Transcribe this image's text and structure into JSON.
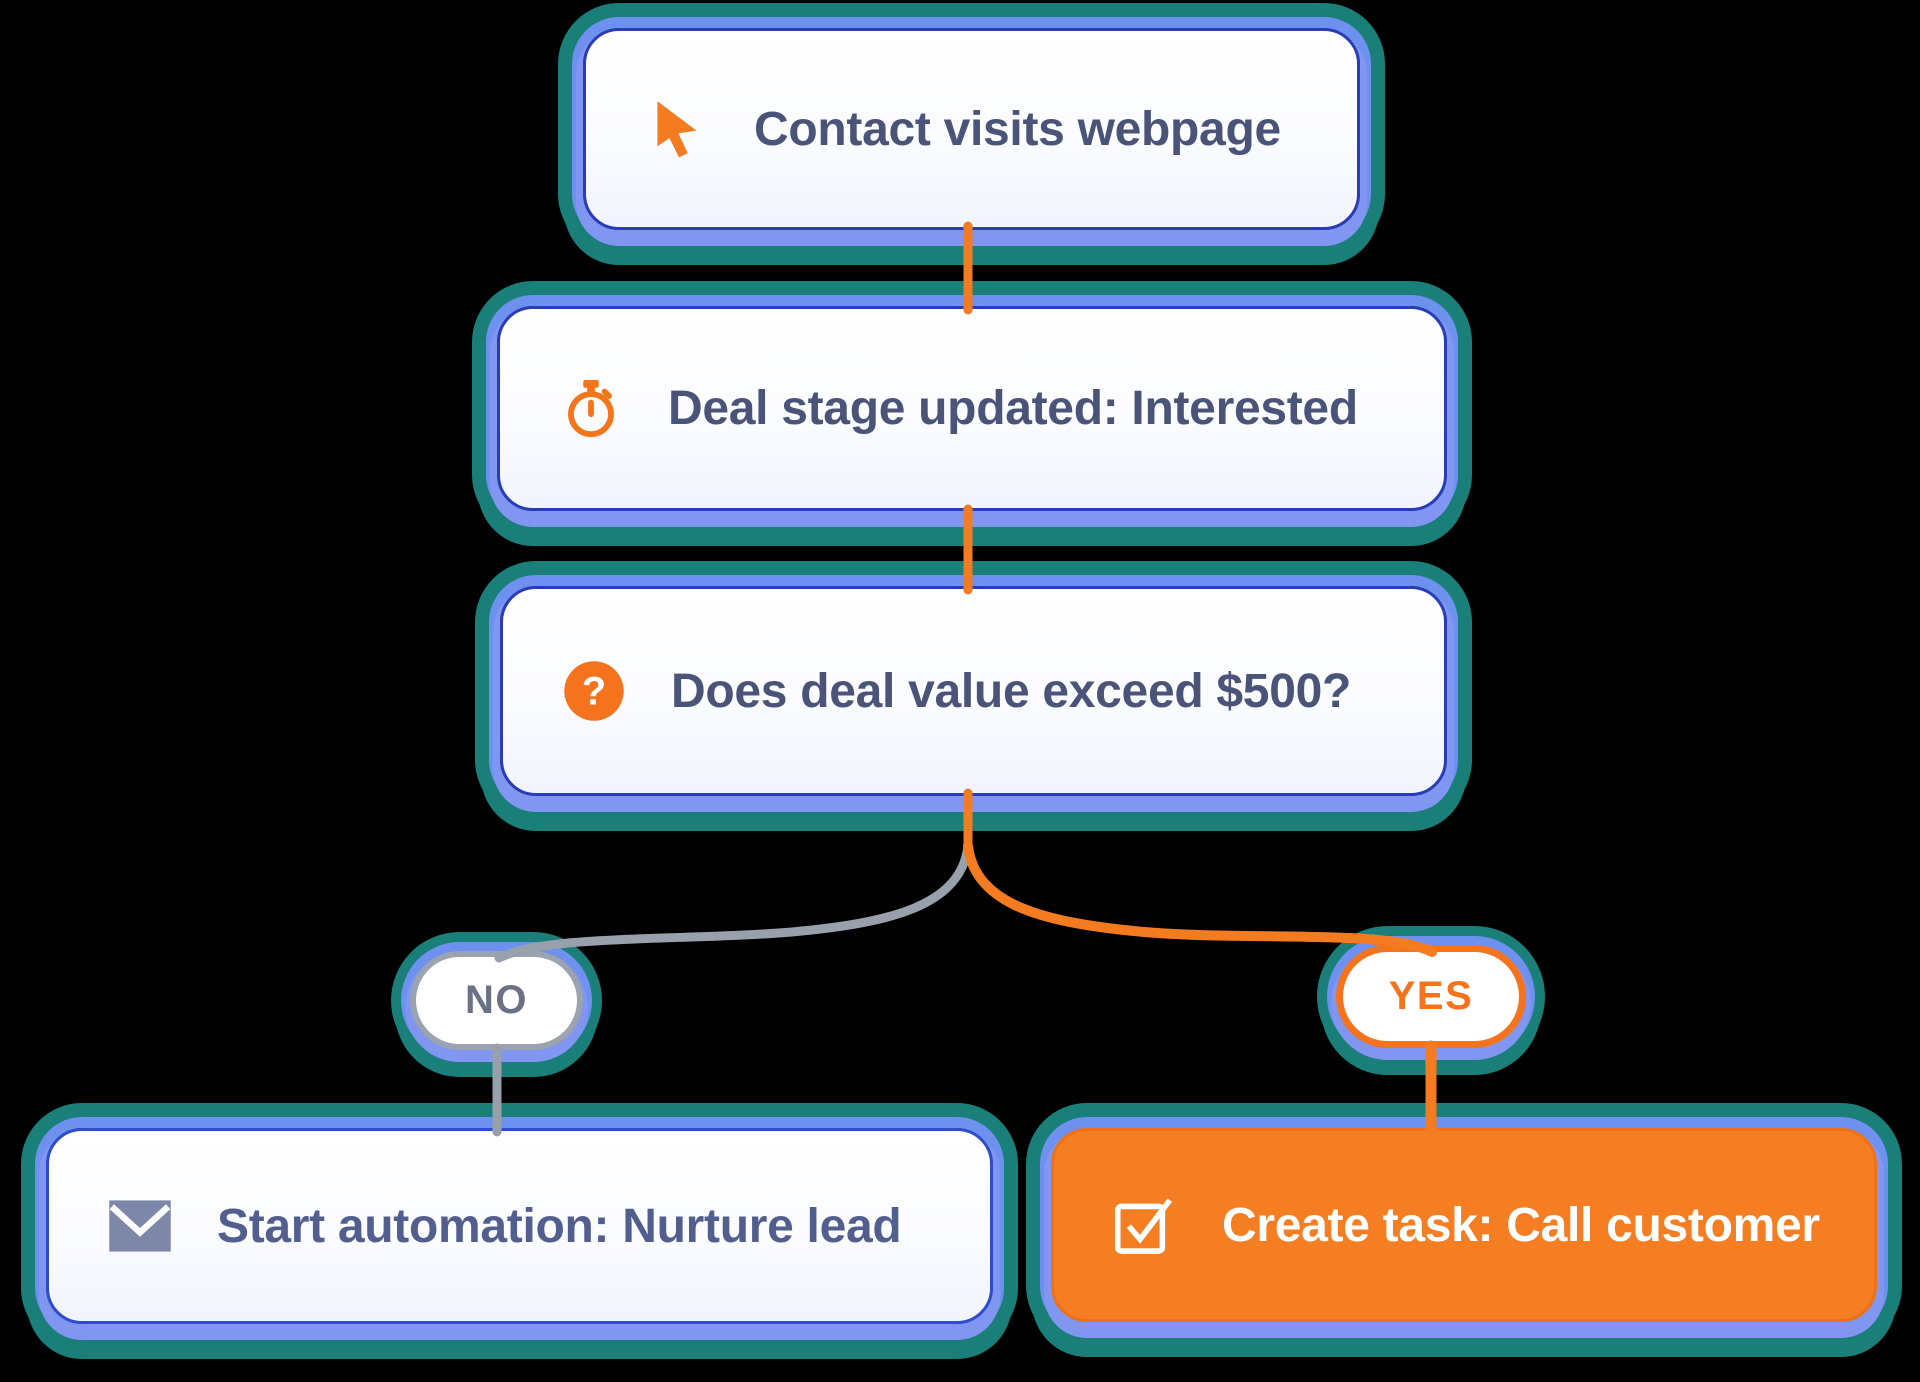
{
  "canvas": {
    "background": "#000000"
  },
  "palette": {
    "orange": "#f47b20",
    "teal_glow": "#1a7f79",
    "blue_glow": "#6e90ef",
    "gray_branch": "#98a0ac",
    "navy_border": "#2a3db4",
    "text_dark": "#4a5478",
    "text_muted": "#525e8e",
    "no_label_color": "#6a7284",
    "yes_label_color": "#f4731c",
    "white": "#ffffff"
  },
  "flow": {
    "nodes": [
      {
        "id": "trigger",
        "label": "Contact visits webpage",
        "icon": "cursor-icon"
      },
      {
        "id": "deal-stage",
        "label": "Deal stage updated: Interested",
        "icon": "stopwatch-icon"
      },
      {
        "id": "condition",
        "label": "Does deal value exceed $500?",
        "icon": "question-icon"
      },
      {
        "id": "no-action",
        "label": "Start automation: Nurture lead",
        "icon": "envelope-icon"
      },
      {
        "id": "yes-action",
        "label": "Create task: Call customer",
        "icon": "checkbox-icon"
      }
    ],
    "branch_labels": {
      "no": "NO",
      "yes": "YES"
    }
  }
}
